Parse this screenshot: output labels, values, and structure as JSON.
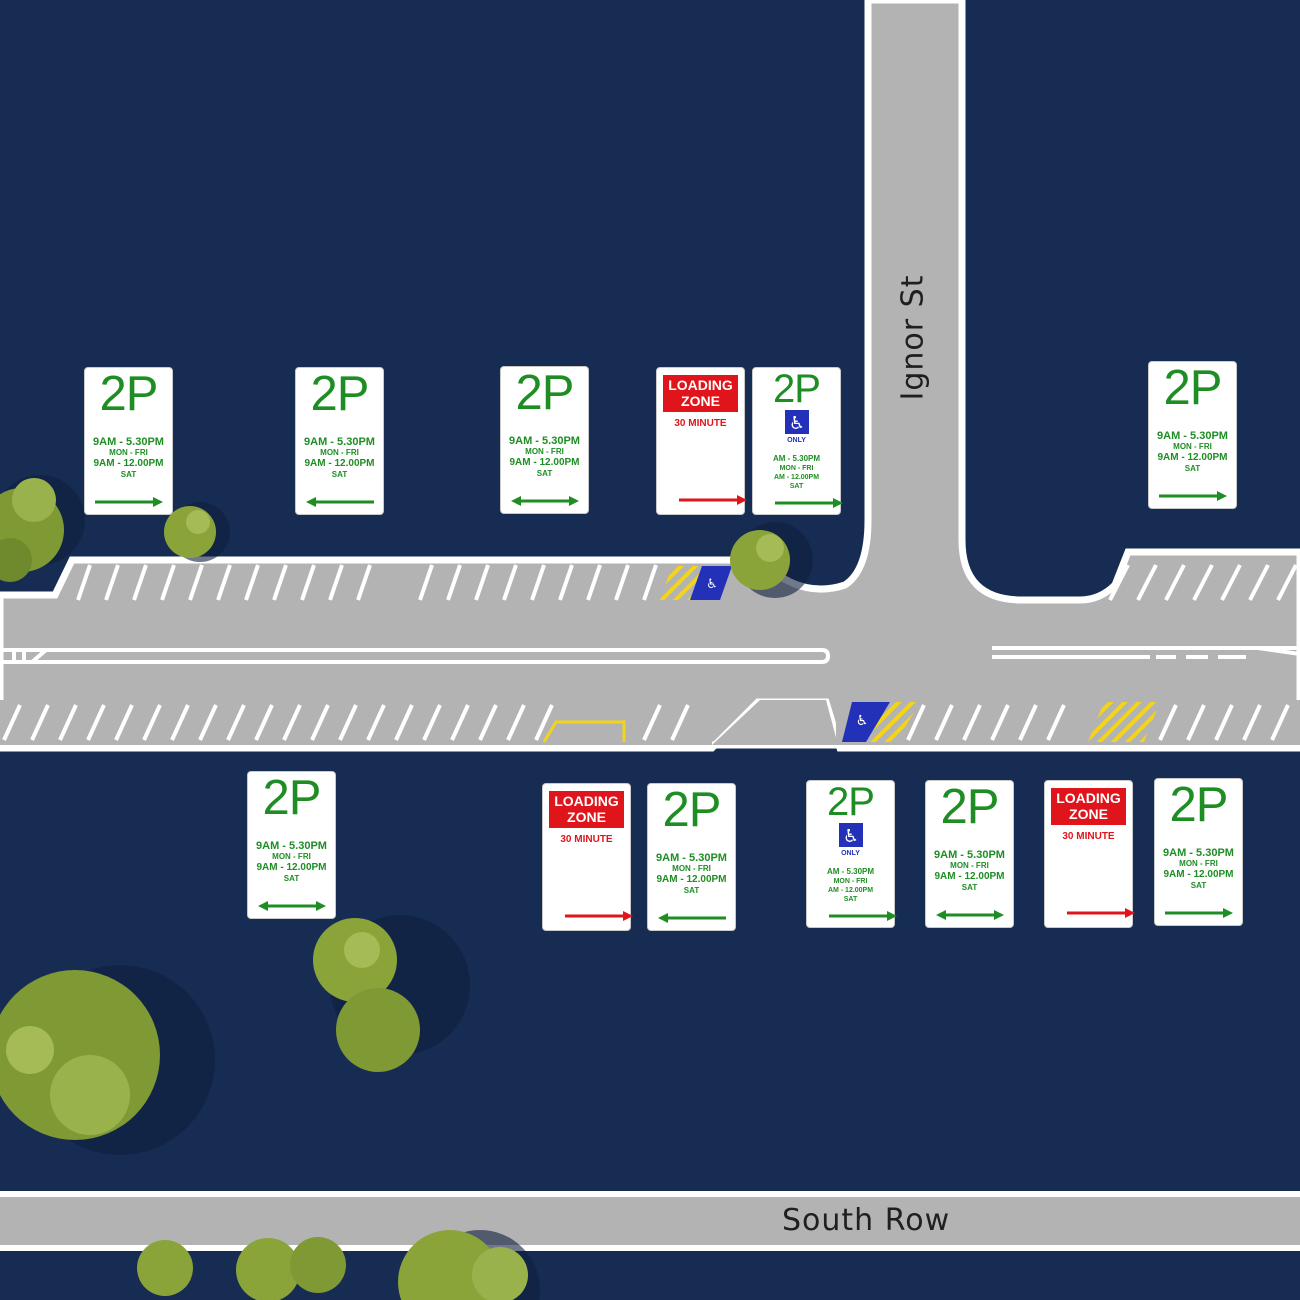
{
  "streets": {
    "ignor": "Ignor St",
    "south_row": "South Row"
  },
  "colors": {
    "ground": "#172c53",
    "road": "#b3b3b3",
    "kerb": "#ffffff",
    "tree": "#8aa43a",
    "disabled_bay": "#2330b8",
    "hatch": "#f2d41b",
    "sign_green": "#1e8e24",
    "sign_red": "#e0151c"
  },
  "signs": {
    "n1": {
      "big": "2P",
      "l1": "9AM - 5.30PM",
      "l2": "MON - FRI",
      "l3": "9AM - 12.00PM",
      "l4": "SAT",
      "arrow": "right"
    },
    "n2": {
      "big": "2P",
      "l1": "9AM - 5.30PM",
      "l2": "MON - FRI",
      "l3": "9AM - 12.00PM",
      "l4": "SAT",
      "arrow": "left"
    },
    "n3": {
      "big": "2P",
      "l1": "9AM - 5.30PM",
      "l2": "MON - FRI",
      "l3": "9AM - 12.00PM",
      "l4": "SAT",
      "arrow": "both"
    },
    "n4": {
      "lz": "LOADING ZONE",
      "mins": "30 MINUTE",
      "arrow": "right"
    },
    "n5": {
      "big": "2P",
      "only": "ONLY",
      "l1": "AM - 5.30PM",
      "l2": "MON - FRI",
      "l3": "AM - 12.00PM",
      "l4": "SAT",
      "arrow": "right"
    },
    "n6": {
      "big": "2P",
      "l1": "9AM - 5.30PM",
      "l2": "MON - FRI",
      "l3": "9AM - 12.00PM",
      "l4": "SAT",
      "arrow": "right"
    },
    "s1": {
      "big": "2P",
      "l1": "9AM - 5.30PM",
      "l2": "MON - FRI",
      "l3": "9AM - 12.00PM",
      "l4": "SAT",
      "arrow": "both"
    },
    "s2": {
      "lz": "LOADING ZONE",
      "mins": "30 MINUTE",
      "arrow": "right"
    },
    "s3": {
      "big": "2P",
      "l1": "9AM - 5.30PM",
      "l2": "MON - FRI",
      "l3": "9AM - 12.00PM",
      "l4": "SAT",
      "arrow": "left"
    },
    "s4": {
      "big": "2P",
      "only": "ONLY",
      "l1": "AM - 5.30PM",
      "l2": "MON - FRI",
      "l3": "AM - 12.00PM",
      "l4": "SAT",
      "arrow": "right"
    },
    "s5": {
      "big": "2P",
      "l1": "9AM - 5.30PM",
      "l2": "MON - FRI",
      "l3": "9AM - 12.00PM",
      "l4": "SAT",
      "arrow": "both"
    },
    "s6": {
      "lz": "LOADING ZONE",
      "mins": "30 MINUTE",
      "arrow": "right"
    },
    "s7": {
      "big": "2P",
      "l1": "9AM - 5.30PM",
      "l2": "MON - FRI",
      "l3": "9AM - 12.00PM",
      "l4": "SAT",
      "arrow": "right"
    }
  }
}
